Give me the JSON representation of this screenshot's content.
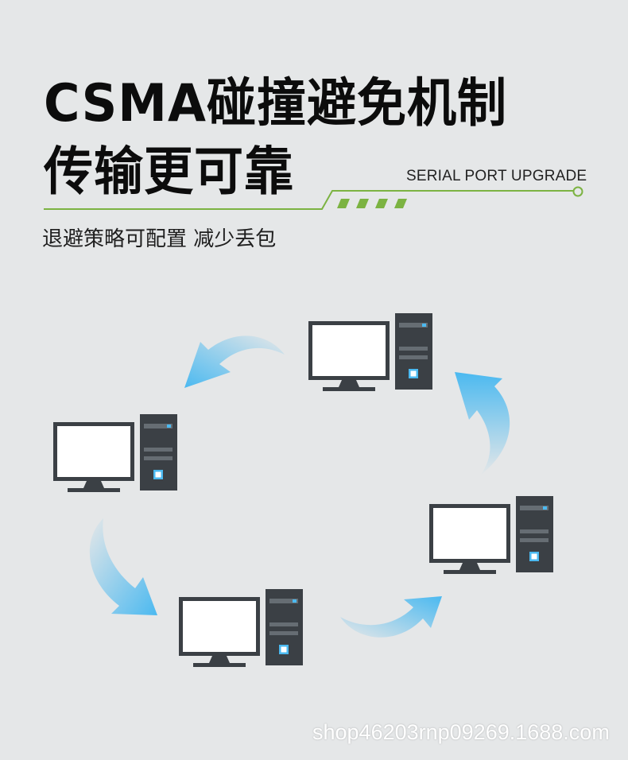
{
  "header": {
    "title_line1": "CSMA碰撞避免机制",
    "title_line2": "传输更可靠",
    "badge": "SERIAL PORT UPGRADE",
    "subtitle": "退避策略可配置 减少丢包"
  },
  "network": {
    "nodes": [
      "computer-top",
      "computer-left",
      "computer-bottom",
      "computer-right"
    ]
  },
  "colors": {
    "accent_green": "#7cb342",
    "screen_frame": "#3b4045",
    "arrow_blue": "#4bb9f0"
  },
  "watermark": "shop46203rnp09269.1688.com"
}
